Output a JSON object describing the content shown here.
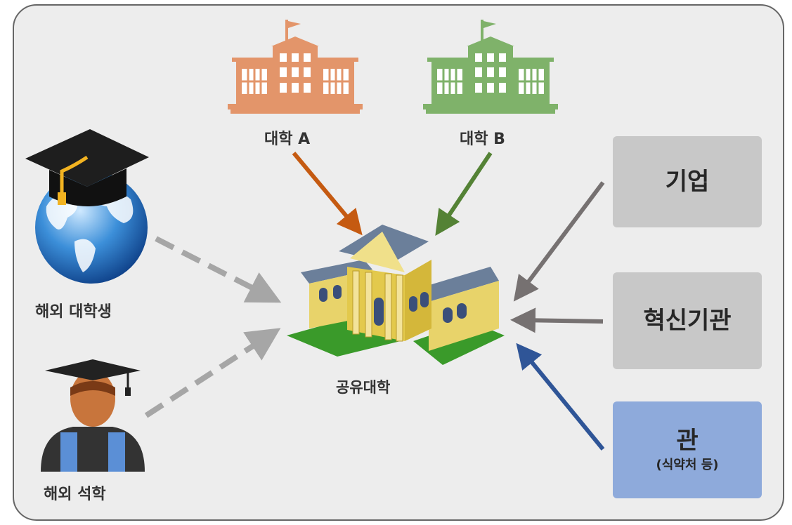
{
  "university_a": {
    "label": "대학 A",
    "color": "#e3956a"
  },
  "university_b": {
    "label": "대학 B",
    "color": "#7fb26a"
  },
  "shared_university": {
    "label": "공유대학"
  },
  "overseas_undergrad": {
    "label": "해외 대학생"
  },
  "overseas_masters": {
    "label": "해외 석학"
  },
  "enterprise": {
    "label": "기업"
  },
  "innovation_institution": {
    "label": "혁신기관"
  },
  "government": {
    "label": "관",
    "sub": "(식약처 등)"
  },
  "colors": {
    "arrow_a": "#c55a11",
    "arrow_b": "#548235",
    "arrow_gray": "#767171",
    "arrow_blue": "#2f5597",
    "dashed": "#a6a6a6",
    "box_gray": "#c8c8c8",
    "box_blue": "#8eaadb"
  }
}
